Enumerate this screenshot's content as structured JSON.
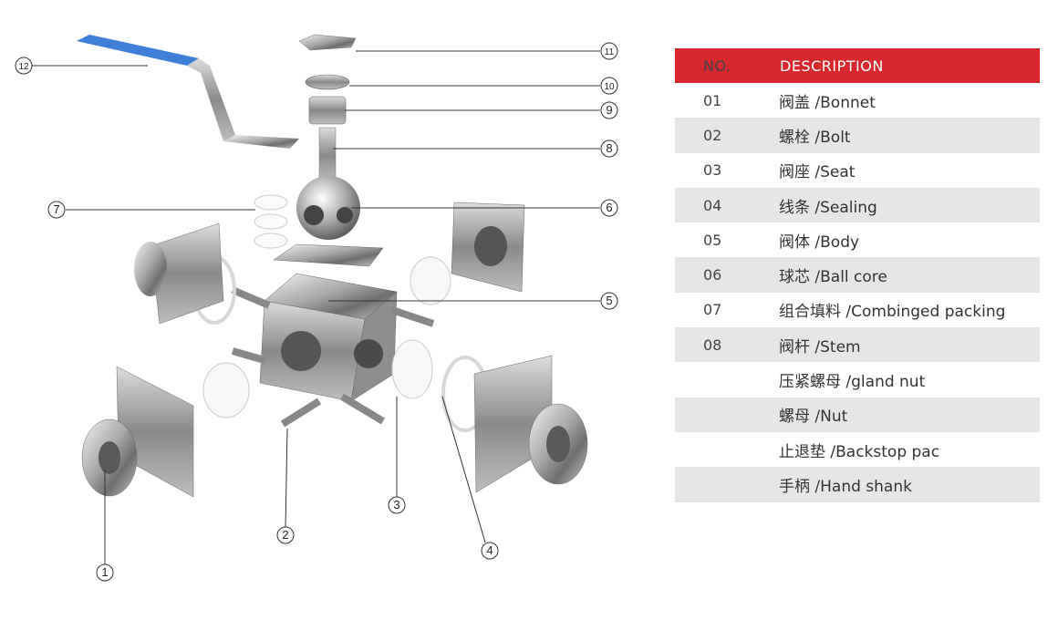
{
  "table": {
    "header_no": "NO.",
    "header_desc": "DESCRIPTION",
    "rows": [
      {
        "no": "01",
        "desc": "阀盖 /Bonnet"
      },
      {
        "no": "02",
        "desc": "螺栓 /Bolt"
      },
      {
        "no": "03",
        "desc": "阀座 /Seat"
      },
      {
        "no": "04",
        "desc": "线条 /Sealing"
      },
      {
        "no": "05",
        "desc": "阀体 /Body"
      },
      {
        "no": "06",
        "desc": "球芯 /Ball core"
      },
      {
        "no": "07",
        "desc": "组合填料 /Combinged packing"
      },
      {
        "no": "08",
        "desc": "阀杆 /Stem"
      },
      {
        "no": "",
        "desc": "压紧螺母 /gland nut"
      },
      {
        "no": "",
        "desc": "螺母 /Nut"
      },
      {
        "no": "",
        "desc": "止退垫 /Backstop pac"
      },
      {
        "no": "",
        "desc": "手柄 /Hand shank"
      }
    ]
  },
  "callouts": [
    "1",
    "2",
    "3",
    "4",
    "5",
    "6",
    "7",
    "8",
    "9",
    "10",
    "11",
    "12"
  ],
  "colors": {
    "header_bg": "#d7272f",
    "alt_row": "#e6e6e6",
    "handle_grip": "#3f7fd8"
  }
}
